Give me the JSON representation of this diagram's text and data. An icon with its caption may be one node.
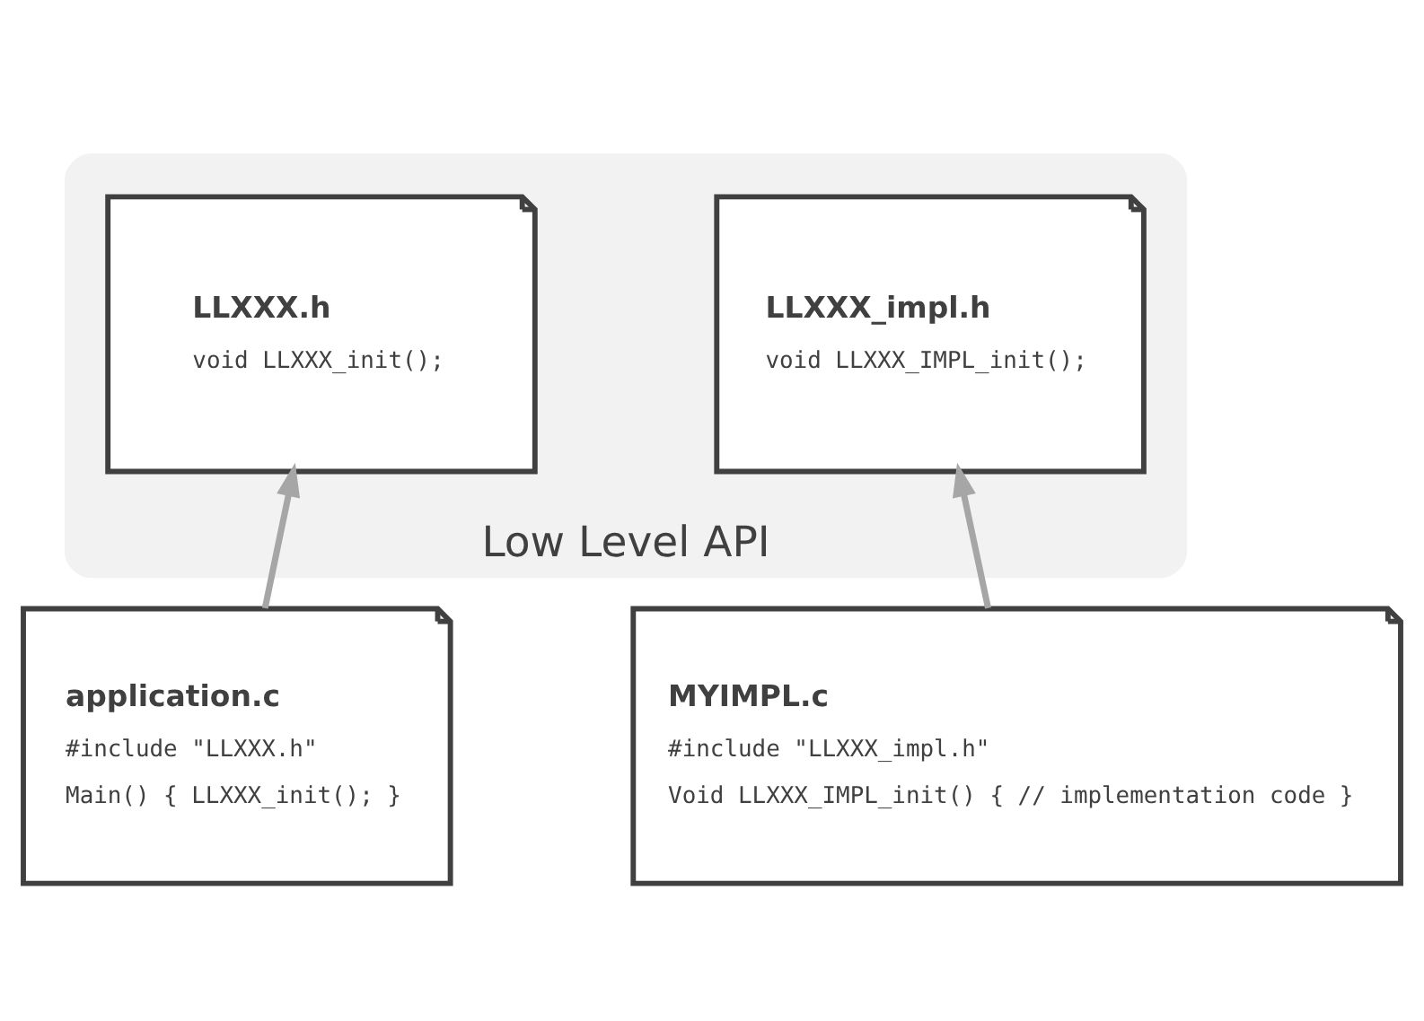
{
  "diagram": {
    "nodes": [
      {
        "text": [
          "Low Level API"
        ]
      },
      {
        "text": [
          "LLXXX.h",
          "void LLXXX_init();"
        ],
        "in": 0
      },
      {
        "text": [
          "LLXXX_impl.h",
          "void LLXXX_IMPL_init();"
        ],
        "in": 0
      },
      {
        "text": [
          "application.c",
          "#include \"LLXXX.h\"",
          "Main() { LLXXX_init(); }"
        ]
      },
      {
        "text": [
          "MYIMPL.c",
          "#include \"LLXXX_impl.h\"",
          "Void LLXXX_IMPL_init() { // implementation code }"
        ]
      }
    ],
    "edges": [
      {
        "from": 3,
        "to": 1,
        "arrow": "to"
      },
      {
        "from": 4,
        "to": 2,
        "arrow": "to"
      }
    ]
  }
}
